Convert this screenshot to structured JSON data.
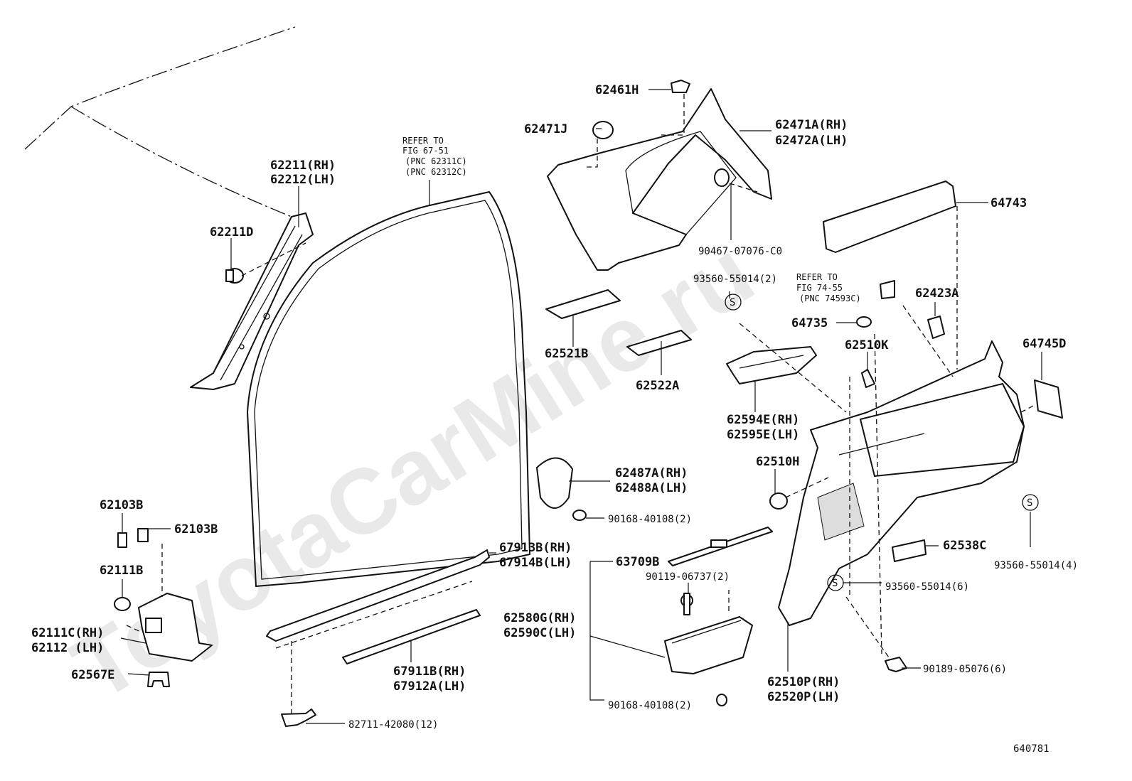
{
  "watermark": "ToyotaCarMine.ru",
  "diagram_id": "640781",
  "refer_notes": {
    "door_weatherstrip": [
      "REFER TO",
      "FIG 67-51",
      "(PNC 62311C)",
      "(PNC 62312C)"
    ],
    "quarter_panel": [
      "REFER TO",
      "FIG 74-55",
      "(PNC 74593C)"
    ]
  },
  "labels": {
    "p62211": "62211(RH)",
    "p62212": "62212(LH)",
    "p62211D": "62211D",
    "p62461H": "62461H",
    "p62471J": "62471J",
    "p62471A": "62471A(RH)",
    "p62472A": "62472A(LH)",
    "p64743": "64743",
    "p90467": "90467-07076-C0",
    "p93560_2": "93560-55014(2)",
    "p62423A": "62423A",
    "p62521B": "62521B",
    "p62522A": "62522A",
    "p64735": "64735",
    "p62510K": "62510K",
    "p64745D": "64745D",
    "p62594E": "62594E(RH)",
    "p62595E": "62595E(LH)",
    "p62487A": "62487A(RH)",
    "p62488A": "62488A(LH)",
    "p90168_a": "90168-40108(2)",
    "p62510H": "62510H",
    "p62103B_a": "62103B",
    "p62103B_b": "62103B",
    "p62111B": "62111B",
    "p62111C": "62111C(RH)",
    "p62112": "62112  (LH)",
    "p62567E": "62567E",
    "p67913B": "67913B(RH)",
    "p67914B": "67914B(LH)",
    "p63709B": "63709B",
    "p90119": "90119-06737(2)",
    "p62538C": "62538C",
    "p93560_4": "93560-55014(4)",
    "p93560_6": "93560-55014(6)",
    "p62580G": "62580G(RH)",
    "p62590C": "62590C(LH)",
    "p67911B": "67911B(RH)",
    "p67912A": "67912A(LH)",
    "p90168_b": "90168-40108(2)",
    "p62510P": "62510P(RH)",
    "p62520P": "62520P(LH)",
    "p90189": "90189-05076(6)",
    "p82711": "82711-42080(12)",
    "screw_mark": "S"
  }
}
